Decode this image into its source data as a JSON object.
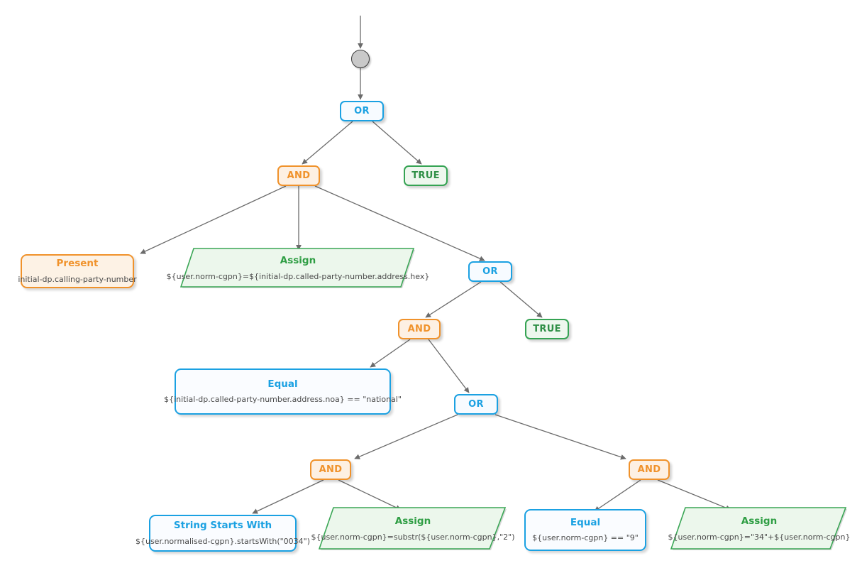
{
  "diagram": {
    "title": "Calling party number normalisation decision tree",
    "colors": {
      "or_accent": "#1ba1e2",
      "and_accent": "#f0922b",
      "true_accent": "#2f8f46",
      "assign_accent": "#2f9e44",
      "edge": "#6b6b6b",
      "start_fill": "#c9c9c9",
      "start_stroke": "#3b3b3b"
    },
    "start": {
      "name": "start-node"
    },
    "nodes": [
      {
        "id": "or1",
        "kind": "logic",
        "type": "or",
        "label": "OR"
      },
      {
        "id": "and1",
        "kind": "logic",
        "type": "and",
        "label": "AND"
      },
      {
        "id": "true1",
        "kind": "logic",
        "type": "true",
        "label": "TRUE"
      },
      {
        "id": "present1",
        "kind": "card",
        "type": "orange",
        "title": "Present",
        "expr": "initial-dp.calling-party-number"
      },
      {
        "id": "assign1",
        "kind": "assign",
        "type": "assign",
        "title": "Assign",
        "expr": "${user.norm-cgpn}=${initial-dp.called-party-number.address.hex}"
      },
      {
        "id": "or2",
        "kind": "logic",
        "type": "or",
        "label": "OR"
      },
      {
        "id": "and2",
        "kind": "logic",
        "type": "and",
        "label": "AND"
      },
      {
        "id": "true2",
        "kind": "logic",
        "type": "true",
        "label": "TRUE"
      },
      {
        "id": "equal1",
        "kind": "card",
        "type": "blue",
        "title": "Equal",
        "expr": "${initial-dp.called-party-number.address.noa} == \"national\""
      },
      {
        "id": "or3",
        "kind": "logic",
        "type": "or",
        "label": "OR"
      },
      {
        "id": "and3",
        "kind": "logic",
        "type": "and",
        "label": "AND"
      },
      {
        "id": "and4",
        "kind": "logic",
        "type": "and",
        "label": "AND"
      },
      {
        "id": "startswith1",
        "kind": "card",
        "type": "blue",
        "title": "String Starts With",
        "expr": "${user.normalised-cgpn}.startsWith(\"0034\")"
      },
      {
        "id": "assign2",
        "kind": "assign",
        "type": "assign",
        "title": "Assign",
        "expr": "${user.norm-cgpn}=substr(${user.norm-cgpn},\"2\")"
      },
      {
        "id": "equal2",
        "kind": "card",
        "type": "blue",
        "title": "Equal",
        "expr": "${user.norm-cgpn} == \"9\""
      },
      {
        "id": "assign3",
        "kind": "assign",
        "type": "assign",
        "title": "Assign",
        "expr": "${user.norm-cgpn}=\"34\"+${user.norm-cgpn}"
      }
    ],
    "edges": [
      {
        "from": "entry",
        "to": "start"
      },
      {
        "from": "start",
        "to": "or1"
      },
      {
        "from": "or1",
        "to": "and1"
      },
      {
        "from": "or1",
        "to": "true1"
      },
      {
        "from": "and1",
        "to": "present1"
      },
      {
        "from": "and1",
        "to": "assign1"
      },
      {
        "from": "and1",
        "to": "or2"
      },
      {
        "from": "or2",
        "to": "and2"
      },
      {
        "from": "or2",
        "to": "true2"
      },
      {
        "from": "and2",
        "to": "equal1"
      },
      {
        "from": "and2",
        "to": "or3"
      },
      {
        "from": "or3",
        "to": "and3"
      },
      {
        "from": "or3",
        "to": "and4"
      },
      {
        "from": "and3",
        "to": "startswith1"
      },
      {
        "from": "and3",
        "to": "assign2"
      },
      {
        "from": "and4",
        "to": "equal2"
      },
      {
        "from": "and4",
        "to": "assign3"
      }
    ]
  }
}
